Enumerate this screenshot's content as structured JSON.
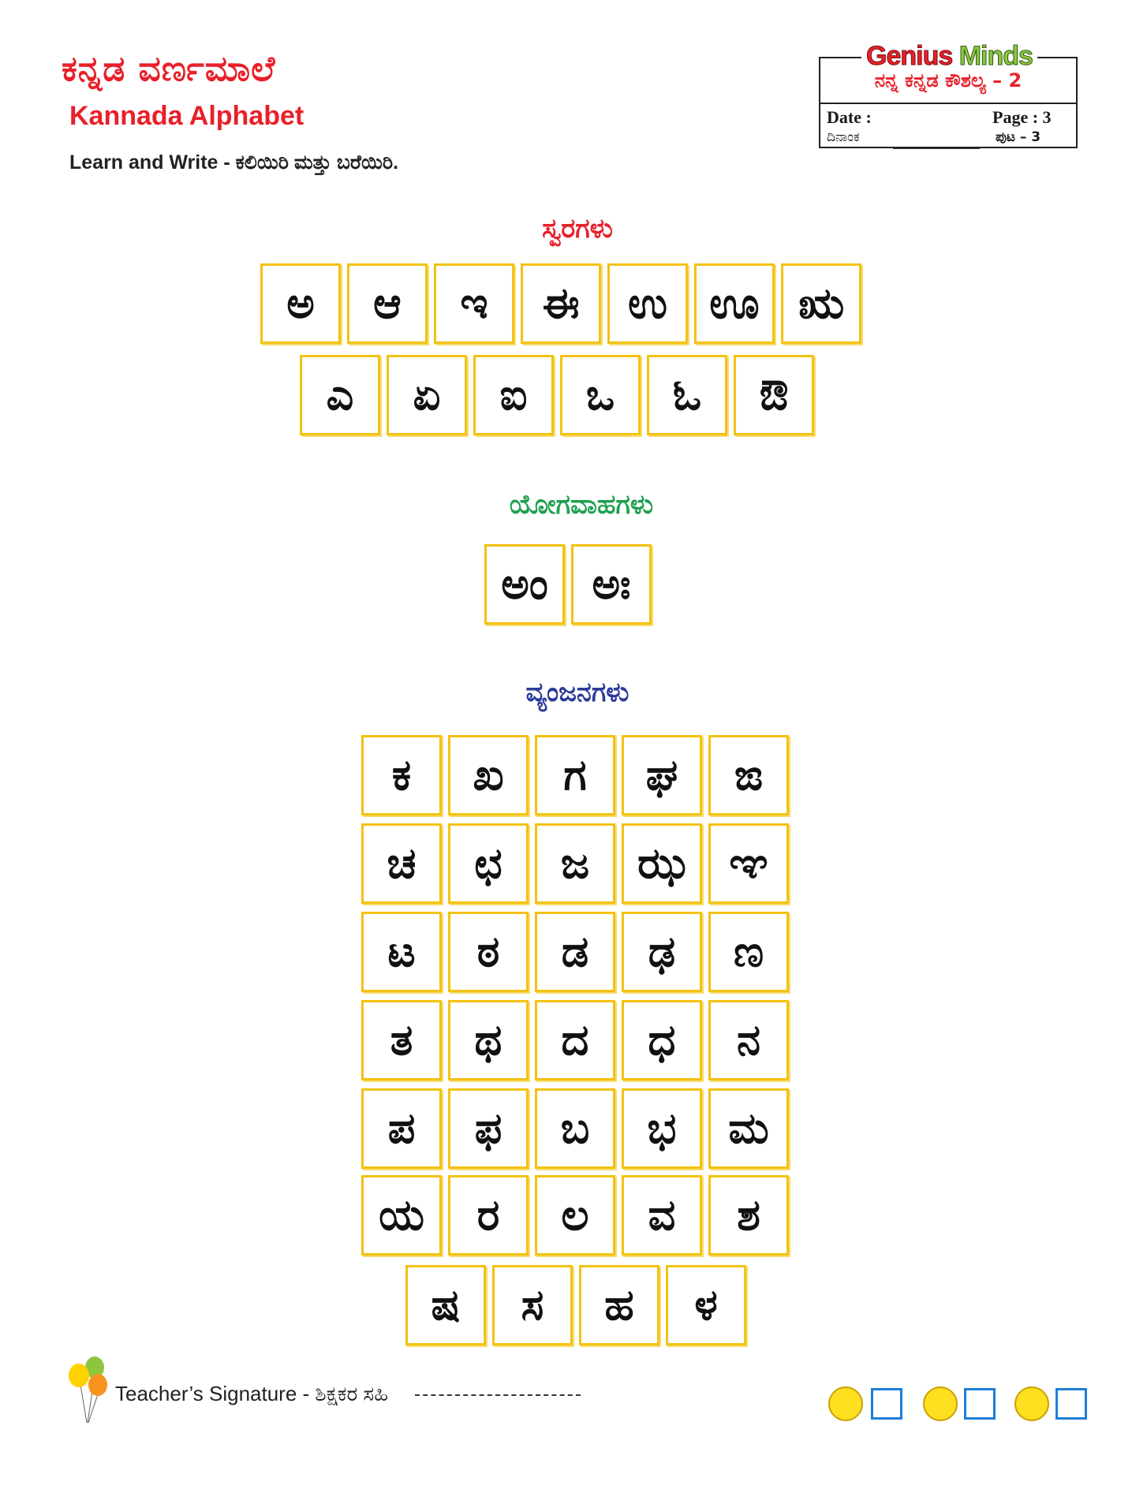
{
  "header": {
    "title_kannada": "ಕನ್ನಡ ವರ್ಣಮಾಲೆ",
    "title_english": "Kannada Alphabet",
    "instruction": "Learn and Write - ಕಲಿಯಿರಿ ಮತ್ತು ಬರೆಯಿರಿ.",
    "brand_part1": "Genius",
    "brand_part2": "Minds",
    "book_title": "ನನ್ನ ಕನ್ನಡ ಕೌಶಲ್ಯ – 2",
    "date_label_en": "Date :",
    "date_label_kn": "ದಿನಾಂಕ",
    "page_label_en": "Page : 3",
    "page_label_kn": "ಪುಟ – 3"
  },
  "sections": {
    "swaragalu": {
      "title": "ಸ್ವರಗಳು",
      "row1": [
        "ಅ",
        "ಆ",
        "ಇ",
        "ಈ",
        "ಉ",
        "ಊ",
        "ಋ"
      ],
      "row2": [
        "ಎ",
        "ಏ",
        "ಐ",
        "ಒ",
        "ಓ",
        "ಔ"
      ]
    },
    "yogavahagalu": {
      "title": "ಯೋಗವಾಹಗಳು",
      "row1": [
        "ಅಂ",
        "ಅಃ"
      ]
    },
    "vyanjanagalu": {
      "title": "ವ್ಯಂಜನಗಳು",
      "rows": [
        [
          "ಕ",
          "ಖ",
          "ಗ",
          "ಘ",
          "ಙ"
        ],
        [
          "ಚ",
          "ಛ",
          "ಜ",
          "ಝ",
          "ಞ"
        ],
        [
          "ಟ",
          "ಠ",
          "ಡ",
          "ಢ",
          "ಣ"
        ],
        [
          "ತ",
          "ಥ",
          "ದ",
          "ಧ",
          "ನ"
        ],
        [
          "ಪ",
          "ಫ",
          "ಬ",
          "ಭ",
          "ಮ"
        ],
        [
          "ಯ",
          "ರ",
          "ಲ",
          "ವ",
          "ಶ"
        ],
        [
          "ಷ",
          "ಸ",
          "ಹ",
          "ಳ"
        ]
      ]
    }
  },
  "footer": {
    "signature_label": "Teacher’s Signature - ಶಿಕ್ಷಕರ ಸಹಿ",
    "colors": {
      "tile_border": "#f3c212",
      "check_border": "#1c7fd6",
      "title_red": "#e8202a"
    }
  }
}
